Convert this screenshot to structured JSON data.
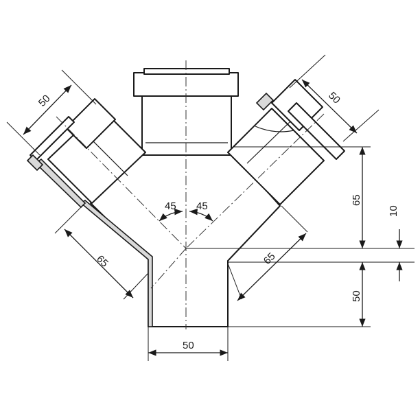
{
  "dimensions": {
    "top_left_socket": "50",
    "top_right_socket": "50",
    "left_branch_length": "65",
    "right_branch_length": "65",
    "vertical_upper": "65",
    "vertical_offset": "10",
    "vertical_lower": "50",
    "bottom_width": "50",
    "angle_left": "45",
    "angle_right": "45"
  },
  "colors": {
    "line": "#1a1a1a",
    "fill": "#ffffff",
    "hatch": "#d9d9d9"
  }
}
